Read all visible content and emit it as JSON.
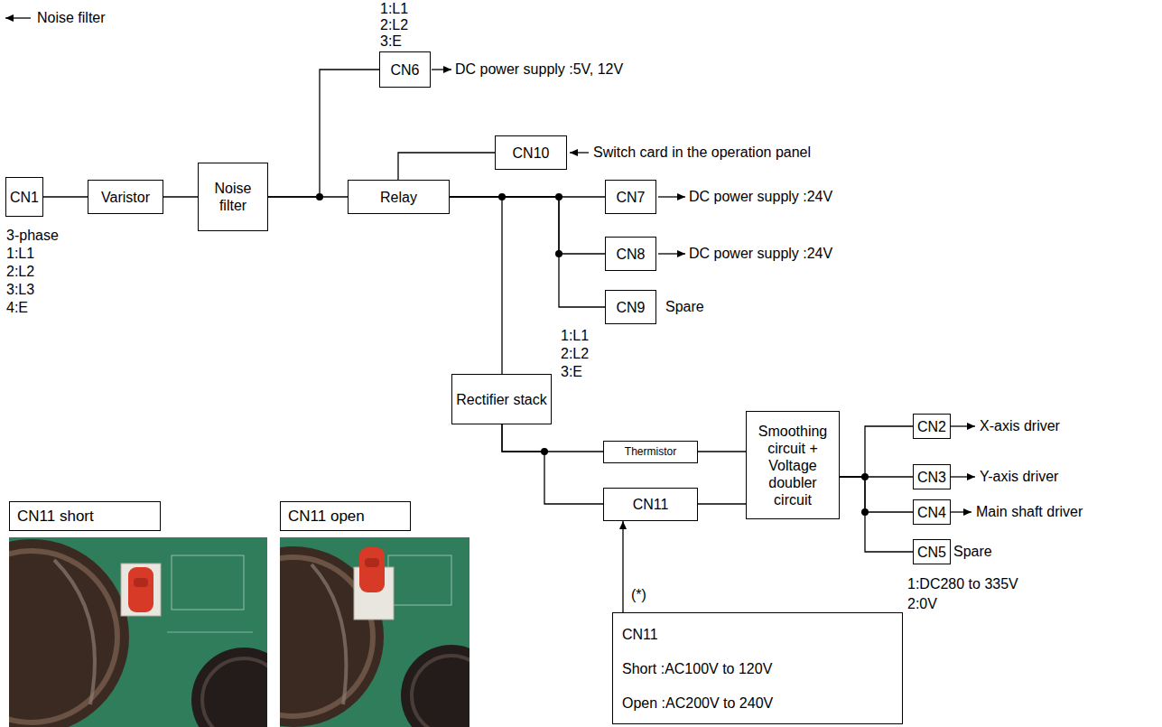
{
  "diagram": {
    "nodes": [
      {
        "text": [
          "CN1"
        ]
      },
      {
        "text": [
          "Varistor"
        ]
      },
      {
        "text": [
          "Noise filter"
        ]
      },
      {
        "text": [
          "CN6"
        ]
      },
      {
        "text": [
          "Relay"
        ]
      },
      {
        "text": [
          "CN10"
        ]
      },
      {
        "text": [
          "CN7"
        ]
      },
      {
        "text": [
          "CN8"
        ]
      },
      {
        "text": [
          "CN9"
        ]
      },
      {
        "text": [
          "Rectifier stack"
        ]
      },
      {
        "text": [
          "Thermistor"
        ]
      },
      {
        "text": [
          "CN11"
        ]
      },
      {
        "text": [
          "Smoothing circuit + Voltage doubler circuit"
        ]
      },
      {
        "text": [
          "CN2"
        ]
      },
      {
        "text": [
          "CN3"
        ]
      },
      {
        "text": [
          "CN4"
        ]
      },
      {
        "text": [
          "CN5"
        ]
      },
      {
        "text": [
          "CN11",
          "Short :AC100V to 120V",
          "Open :AC200V to 240V"
        ]
      },
      {
        "text": [
          "CN11 short"
        ]
      },
      {
        "text": [
          "CN11 open"
        ]
      }
    ],
    "edges": [
      {
        "from": 0,
        "to": 1,
        "arrow": "none"
      },
      {
        "from": 1,
        "to": 2,
        "arrow": "none"
      },
      {
        "from": 2,
        "to": 3,
        "arrow": "none"
      },
      {
        "from": 2,
        "to": 4,
        "arrow": "none"
      },
      {
        "from": 5,
        "to": 4,
        "arrow": "none"
      },
      {
        "from": 4,
        "to": 6,
        "arrow": "none"
      },
      {
        "from": 4,
        "to": 7,
        "arrow": "none"
      },
      {
        "from": 4,
        "to": 8,
        "arrow": "none"
      },
      {
        "from": 4,
        "to": 9,
        "arrow": "none"
      },
      {
        "from": 9,
        "to": 10,
        "arrow": "none"
      },
      {
        "from": 9,
        "to": 11,
        "arrow": "none"
      },
      {
        "from": 10,
        "to": 12,
        "arrow": "none"
      },
      {
        "from": 11,
        "to": 12,
        "arrow": "none"
      },
      {
        "from": 12,
        "to": 13,
        "arrow": "none"
      },
      {
        "from": 12,
        "to": 14,
        "arrow": "none"
      },
      {
        "from": 12,
        "to": 15,
        "arrow": "none"
      },
      {
        "from": 12,
        "to": 16,
        "arrow": "none"
      },
      {
        "from": 17,
        "to": 11,
        "arrow": "to"
      }
    ],
    "labels": [
      "Noise filter",
      "1:L1",
      "2:L2",
      "3:E",
      "DC power supply :5V, 12V",
      "Switch card in the operation panel",
      "DC power supply :24V",
      "DC power supply :24V",
      "Spare",
      "3-phase",
      "1:L1",
      "2:L2",
      "3:L3",
      "4:E",
      "1:L1",
      "2:L2",
      "3:E",
      "X-axis driver",
      "Y-axis driver",
      "Main shaft driver",
      "Spare",
      "1:DC280 to 335V",
      "2:0V",
      "(*)"
    ]
  }
}
